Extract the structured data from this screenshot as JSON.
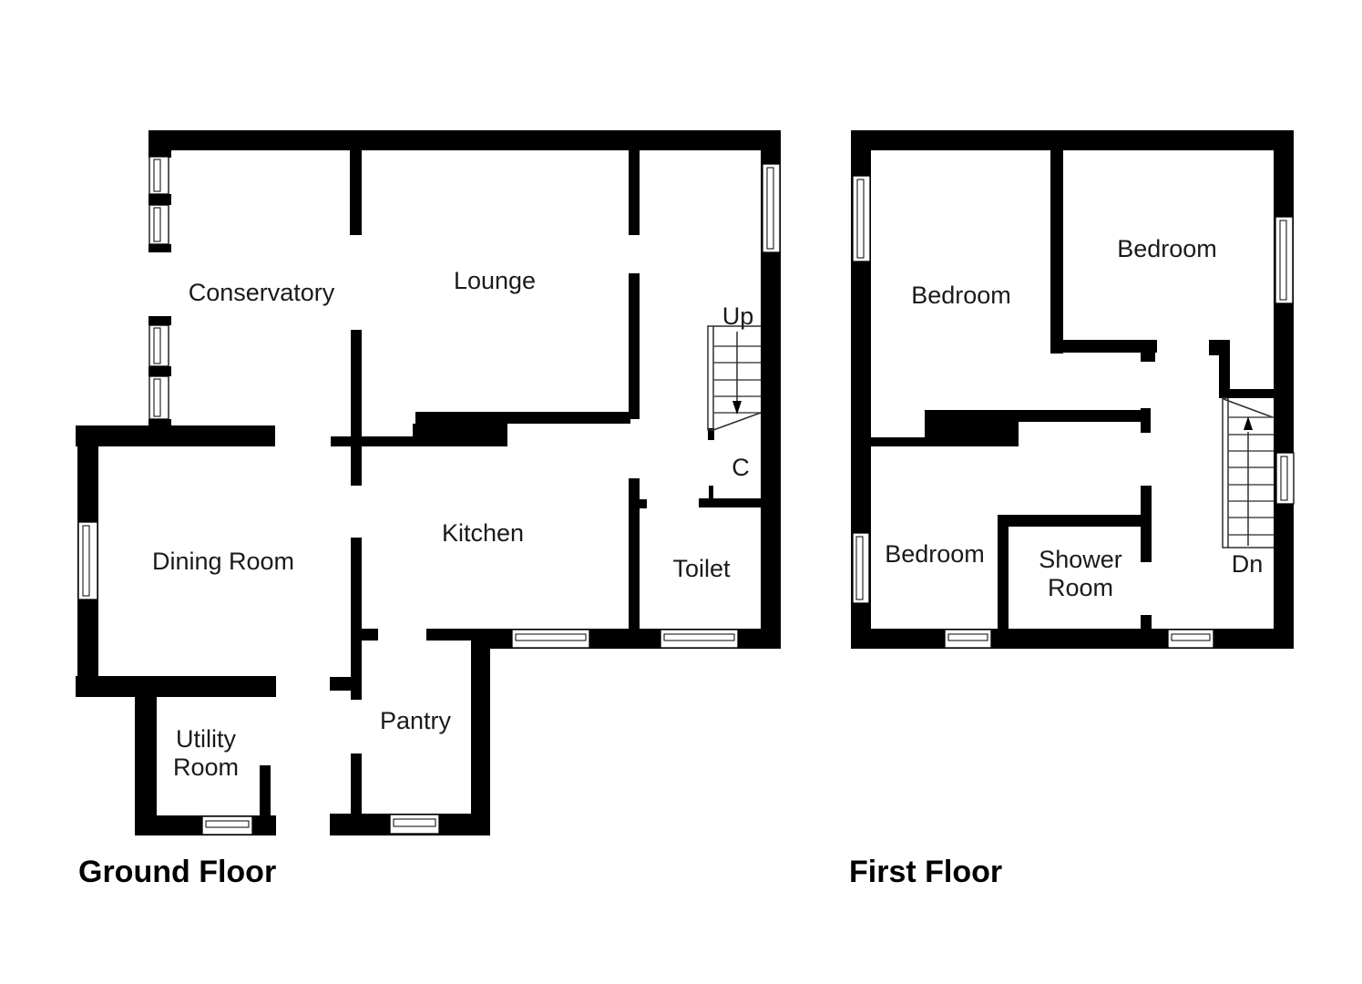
{
  "page": {
    "background": "#ffffff"
  },
  "colors": {
    "wall": "#000000",
    "stair_lines": "#4d4d4d",
    "text": "#1a1a1a"
  },
  "ground_floor": {
    "title": "Ground Floor",
    "labels": {
      "conservatory": "Conservatory",
      "lounge": "Lounge",
      "kitchen": "Kitchen",
      "dining_room": "Dining Room",
      "toilet": "Toilet",
      "pantry": "Pantry",
      "utility_room_line1": "Utility",
      "utility_room_line2": "Room",
      "cupboard": "C",
      "stairs": "Up"
    }
  },
  "first_floor": {
    "title": "First Floor",
    "labels": {
      "bedroom_front": "Bedroom",
      "bedroom_back": "Bedroom",
      "bedroom_small": "Bedroom",
      "shower_room_line1": "Shower",
      "shower_room_line2": "Room",
      "stairs": "Dn"
    }
  }
}
